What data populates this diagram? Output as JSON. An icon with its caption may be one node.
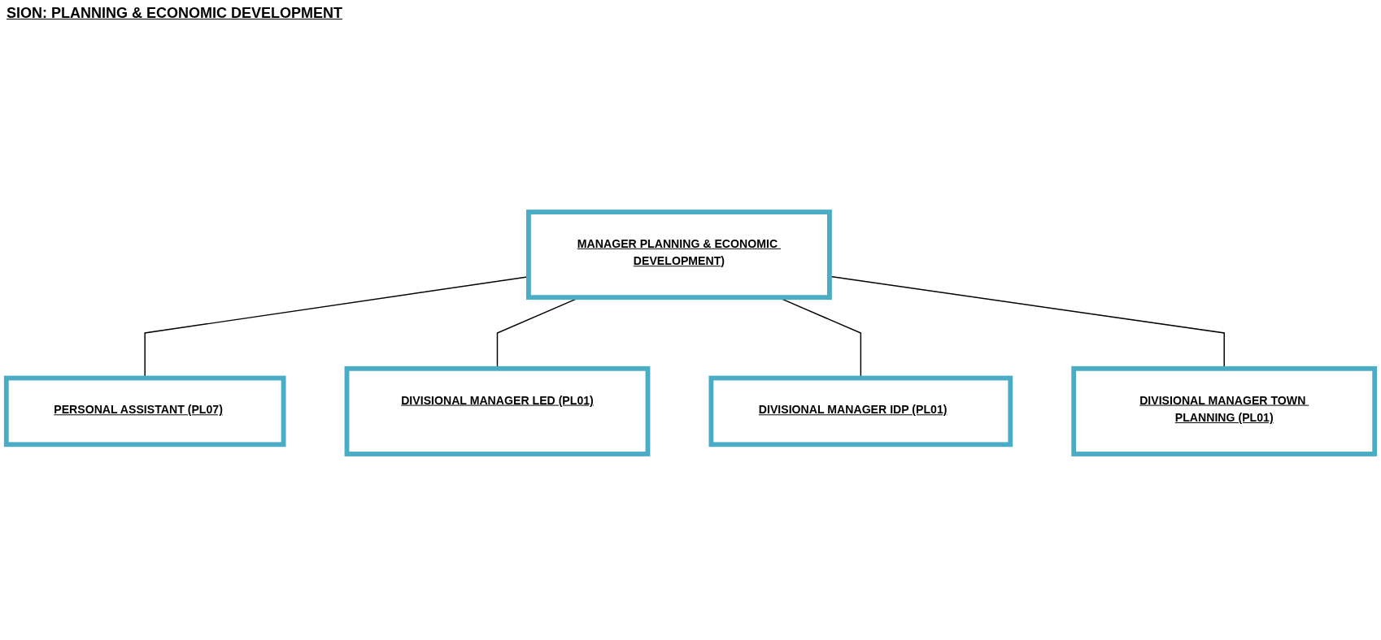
{
  "diagram": {
    "title": "SION: PLANNING & ECONOMIC DEVELOPMENT",
    "nodes": [
      {
        "text": [
          "MANAGER PLANNING & ECONOMIC DEVELOPMENT)"
        ]
      },
      {
        "text": [
          "PERSONAL ASSISTANT (PL07)"
        ]
      },
      {
        "text": [
          "DIVISIONAL MANAGER LED (PL01)"
        ]
      },
      {
        "text": [
          "DIVISIONAL MANAGER IDP (PL01)"
        ]
      },
      {
        "text": [
          "DIVISIONAL MANAGER TOWN PLANNING (PL01)"
        ]
      }
    ],
    "edges": [
      {
        "from": 0,
        "to": 1,
        "arrow": "none"
      },
      {
        "from": 0,
        "to": 2,
        "arrow": "none"
      },
      {
        "from": 0,
        "to": 3,
        "arrow": "none"
      },
      {
        "from": 0,
        "to": 4,
        "arrow": "none"
      }
    ]
  }
}
